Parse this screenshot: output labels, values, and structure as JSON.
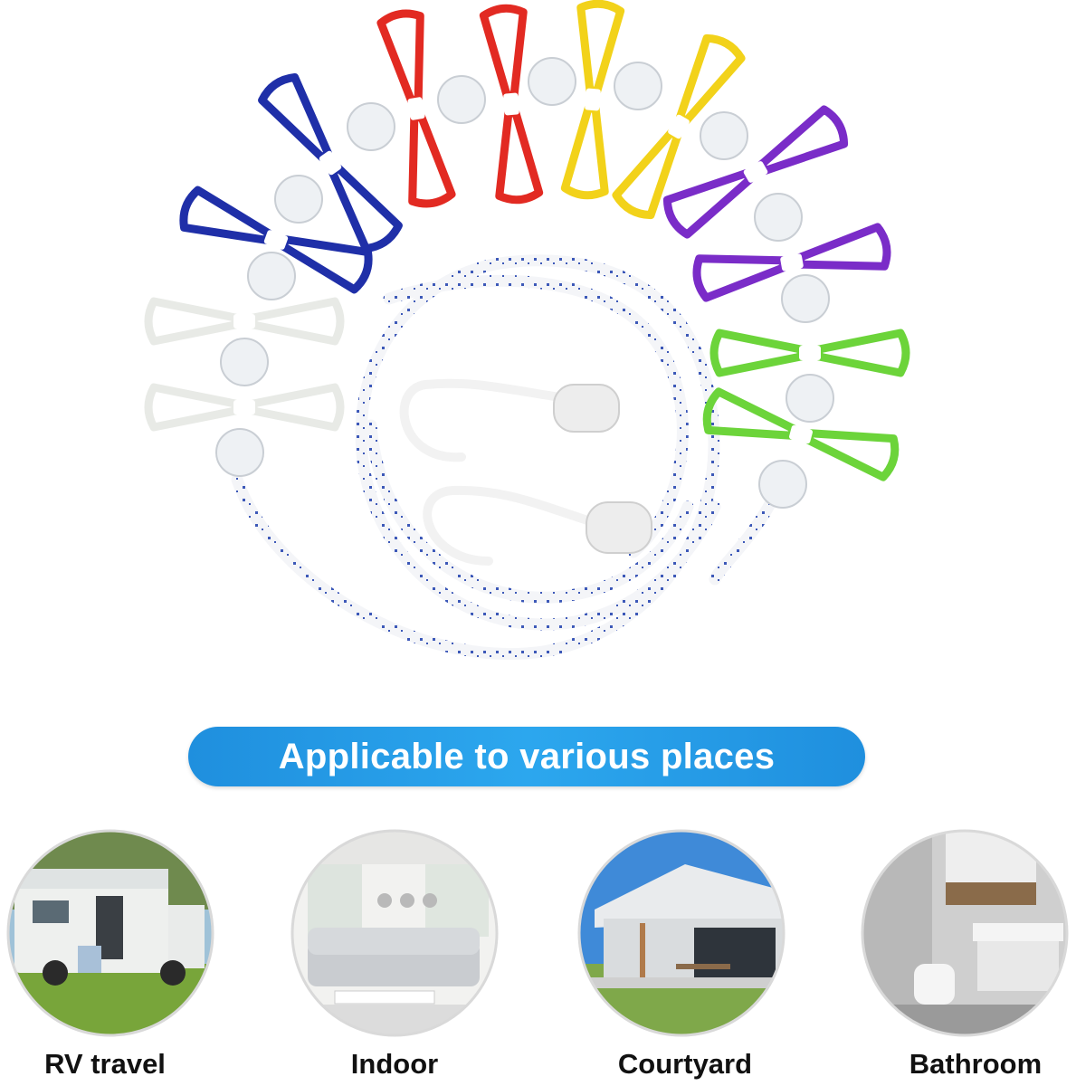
{
  "banner": {
    "text": "Applicable to various places",
    "color": "#2299e6"
  },
  "places": [
    {
      "label": "RV travel",
      "icon": "rv-camper-photo"
    },
    {
      "label": "Indoor",
      "icon": "living-room-photo"
    },
    {
      "label": "Courtyard",
      "icon": "house-courtyard-photo"
    },
    {
      "label": "Bathroom",
      "icon": "bathroom-photo"
    }
  ],
  "clip_colors": [
    "#e8eae6",
    "#1f2fa8",
    "#e22a22",
    "#f2d21a",
    "#7a2cc8",
    "#6cd43a"
  ]
}
